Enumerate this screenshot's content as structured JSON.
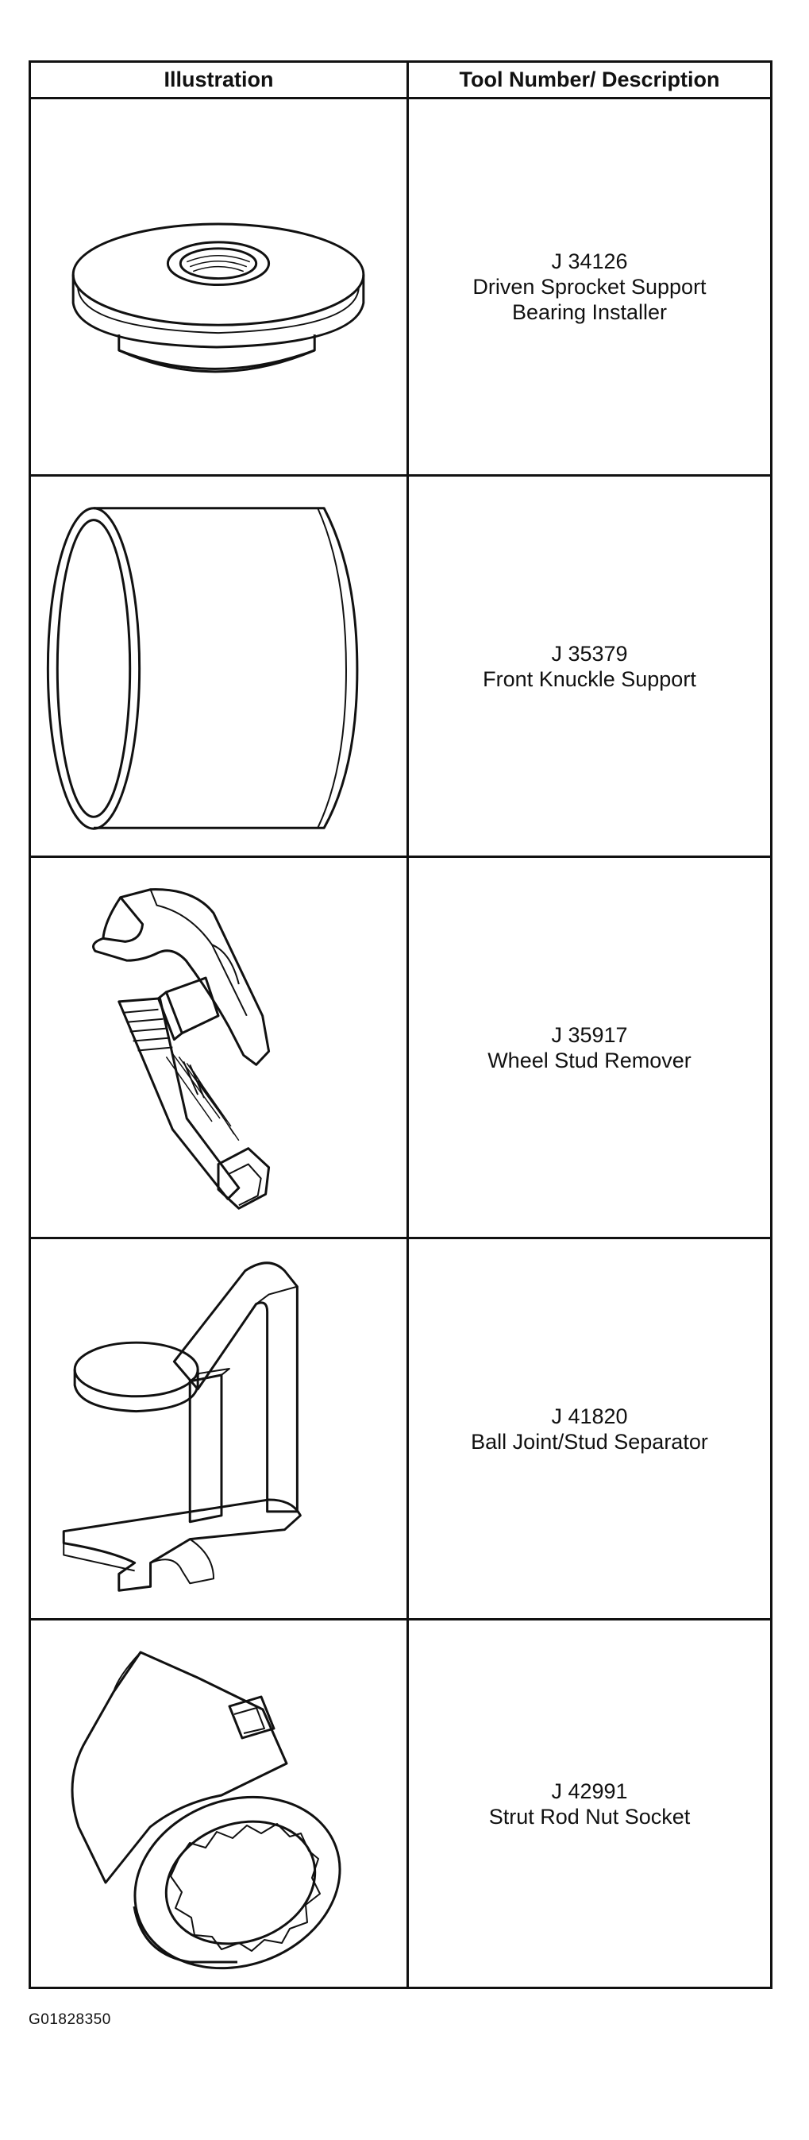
{
  "header": {
    "illustration": "Illustration",
    "tool": "Tool Number/ Description"
  },
  "tools": [
    {
      "number": "J 34126",
      "desc_line1": "Driven Sprocket Support",
      "desc_line2": "Bearing Installer",
      "icon": "bearing-installer-icon"
    },
    {
      "number": "J 35379",
      "desc_line1": "Front Knuckle Support",
      "desc_line2": "",
      "icon": "knuckle-support-cylinder-icon"
    },
    {
      "number": "J 35917",
      "desc_line1": "Wheel Stud Remover",
      "desc_line2": "",
      "icon": "wheel-stud-remover-icon"
    },
    {
      "number": "J 41820",
      "desc_line1": "Ball Joint/Stud Separator",
      "desc_line2": "",
      "icon": "ball-joint-separator-icon"
    },
    {
      "number": "J 42991",
      "desc_line1": "Strut Rod Nut Socket",
      "desc_line2": "",
      "icon": "strut-rod-socket-icon"
    }
  ],
  "caption": "G01828350"
}
